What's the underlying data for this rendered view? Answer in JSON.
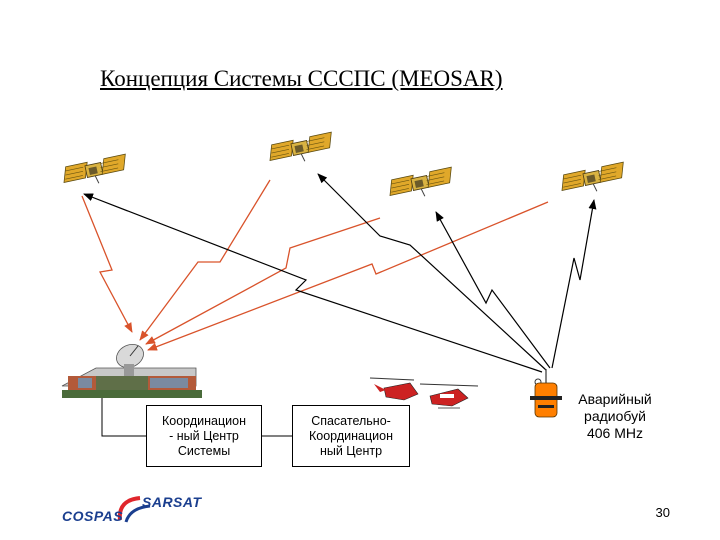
{
  "title": "Концепция Системы СССПС (MEOSAR)",
  "mcc_box": {
    "line1": "Координацион",
    "line2": "- ный Центр",
    "line3": "Системы"
  },
  "rcc_box": {
    "line1": "Спасательно-",
    "line2": "Координацион",
    "line3": "ный Центр"
  },
  "beacon_label": {
    "line1": "Аварийный",
    "line2": "радиобуй",
    "line3": "406 MHz"
  },
  "page_number": "30",
  "logo": {
    "cospas": "COSPAS",
    "sarsat": "SARSAT"
  },
  "colors": {
    "downlink": "#d9532b",
    "uplink": "#000000",
    "panel": "#e0a82a",
    "beacon": "#ff7f00",
    "building": "#4a6b3a",
    "helicopter": "#cc2222",
    "logo_blue": "#1b3f8f",
    "logo_red": "#e0262c"
  }
}
